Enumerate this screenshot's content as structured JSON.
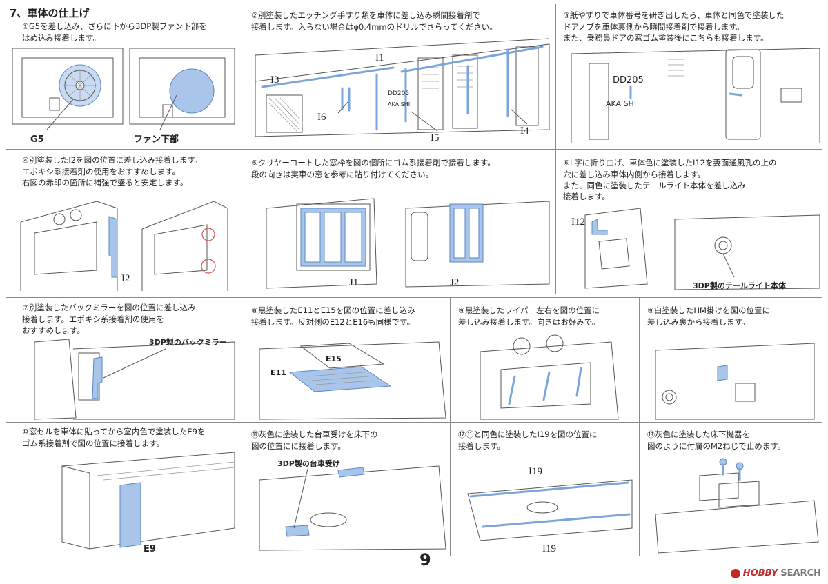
{
  "section_title": "7、車体の仕上げ",
  "page_number": "9",
  "watermark": {
    "brand": "HOBBY",
    "suffix": "SEARCH"
  },
  "steps": [
    {
      "num": "①",
      "text": "G5を差し込み、さらに下から3DP製ファン下部を\nはめ込み接着します。",
      "labels": [
        "G5",
        "ファン下部"
      ]
    },
    {
      "num": "②",
      "text": "別塗装したエッチング手すり類を車体に差し込み瞬間接着剤で\n接着します。入らない場合はφ0.4mmのドリルでさらってください。",
      "labels": [
        "I1",
        "I3",
        "I6",
        "I5",
        "I4",
        "DD205",
        "AKA SHI"
      ]
    },
    {
      "num": "③",
      "text": "紙やすりで車体番号を研ぎ出したら、車体と同色で塗装した\nドアノブを車体裏側から瞬間接着剤で接着します。\nまた、乗務員ドアの窓ゴム塗装後にこちらも接着します。",
      "labels": [
        "DD205",
        "AKA SHI"
      ]
    },
    {
      "num": "④",
      "text": "別塗装したI2を図の位置に差し込み接着します。\nエポキシ系接着剤の使用をおすすめします。\n右図の赤印の箇所に補強で盛ると安定します。",
      "labels": [
        "I2"
      ]
    },
    {
      "num": "⑤",
      "text": "クリヤーコートした窓枠を図の個所にゴム系接着剤で接着します。\n段の向きは実車の窓を参考に貼り付けてください。",
      "labels": [
        "J1",
        "J2"
      ]
    },
    {
      "num": "⑥",
      "text": "L字に折り曲げ、車体色に塗装したI12を妻面通風孔の上の\n穴に差し込み車体内側から接着します。\nまた、同色に塗装したテールライト本体を差し込み\n接着します。",
      "labels": [
        "I12",
        "3DP製のテールライト本体"
      ]
    },
    {
      "num": "⑦",
      "text": "別塗装したバックミラーを図の位置に差し込み\n接着します。エポキシ系接着剤の使用を\nおすすめします。",
      "labels": [
        "3DP製のバックミラー"
      ]
    },
    {
      "num": "⑧",
      "text": "黒塗装したE11とE15を図の位置に差し込み\n接着します。反対側のE12とE16も同様です。",
      "labels": [
        "E15",
        "E11"
      ]
    },
    {
      "num": "⑨",
      "text": "黒塗装したワイパー左右を図の位置に\n差し込み接着します。向きはお好みで。",
      "labels": []
    },
    {
      "num": "⑨",
      "text": "白塗装したHM掛けを図の位置に\n差し込み裏から接着します。",
      "labels": []
    },
    {
      "num": "⑩",
      "text": "窓セルを車体に貼ってから室内色で塗装したE9を\nゴム系接着剤で図の位置に接着します。",
      "labels": [
        "E9"
      ]
    },
    {
      "num": "⑪",
      "text": "灰色に塗装した台車受けを床下の\n図の位置にに接着します。",
      "labels": [
        "3DP製の台車受け"
      ]
    },
    {
      "num": "⑫",
      "text": "⑪と同色に塗装したI19を図の位置に\n接着します。",
      "labels": [
        "I19",
        "I19"
      ]
    },
    {
      "num": "⑬",
      "text": "灰色に塗装した床下機器を\n図のように付属のM2ねじで止めます。",
      "labels": []
    }
  ]
}
